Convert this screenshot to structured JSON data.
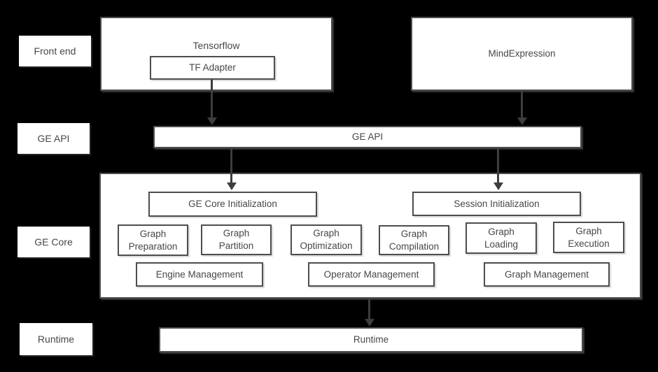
{
  "colors": {
    "background": "#000000",
    "box_fill": "#ffffff",
    "box_border": "#4d4d4d",
    "text": "#474747",
    "arrow": "#3d3d3d"
  },
  "side_labels": {
    "front_end": "Front end",
    "ge_api": "GE API",
    "ge_core": "GE Core",
    "runtime": "Runtime"
  },
  "front_end": {
    "tensorflow_title": "Tensorflow",
    "tf_adapter": "TF Adapter",
    "mind_expression": "MindExpression"
  },
  "ge_api": {
    "label": "GE API"
  },
  "ge_core": {
    "ge_core_initialization": "GE Core Initialization",
    "session_initialization": "Session Initialization",
    "stages": [
      {
        "line1": "Graph",
        "line2": "Preparation"
      },
      {
        "line1": "Graph",
        "line2": "Partition"
      },
      {
        "line1": "Graph",
        "line2": "Optimization"
      },
      {
        "line1": "Graph",
        "line2": "Compilation"
      },
      {
        "line1": "Graph",
        "line2": "Loading"
      },
      {
        "line1": "Graph",
        "line2": "Execution"
      }
    ],
    "management": {
      "engine": "Engine Management",
      "operator": "Operator Management",
      "graph": "Graph Management"
    }
  },
  "runtime": {
    "label": "Runtime"
  }
}
